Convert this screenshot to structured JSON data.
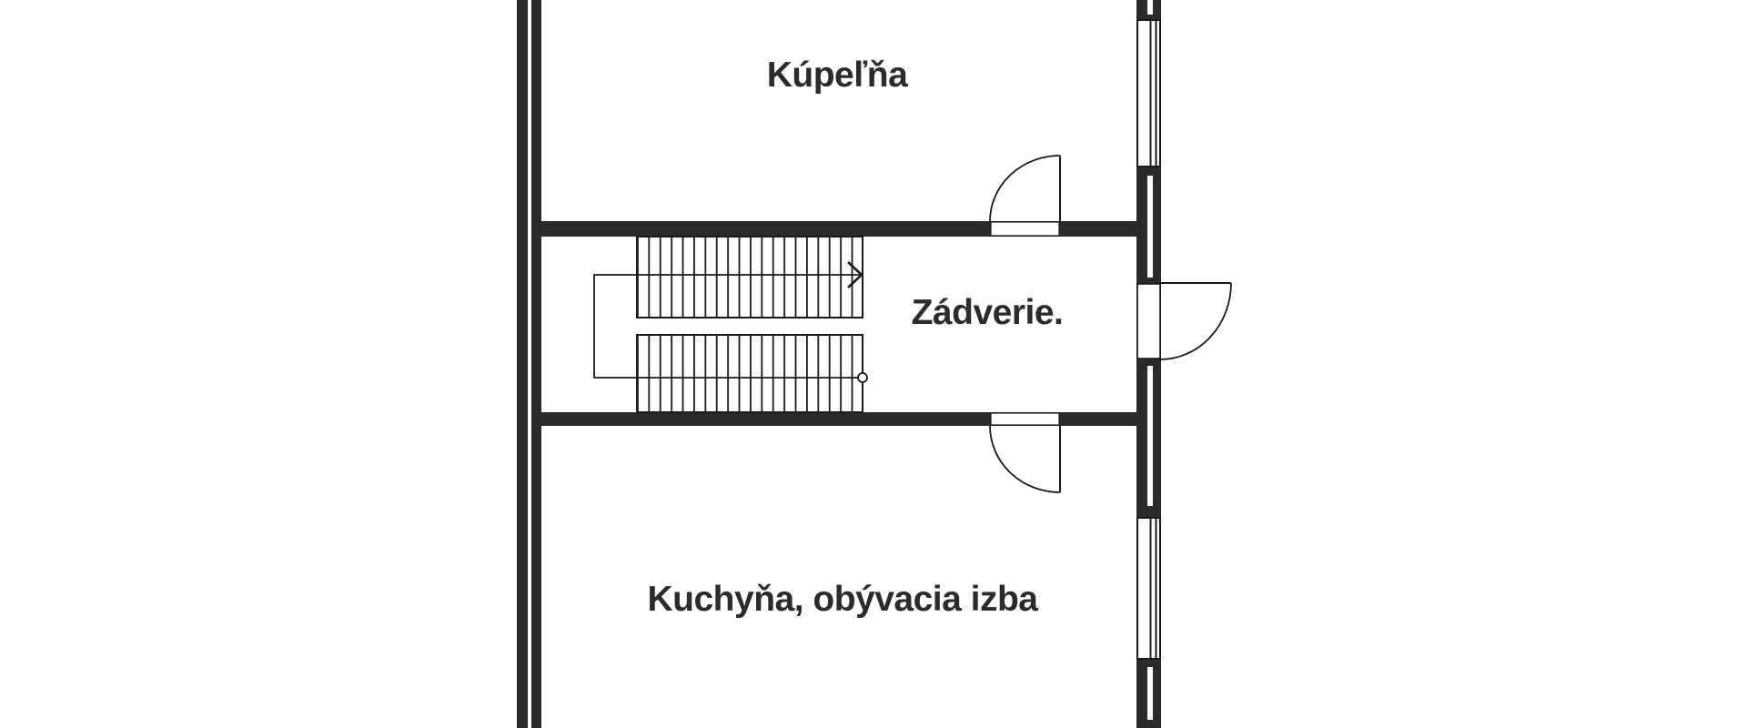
{
  "colors": {
    "background": "#ffffff",
    "wall": "#2a2a2c",
    "line": "#1a1a1a",
    "text": "#2b2b2b"
  },
  "floor_plan": {
    "rooms": [
      {
        "id": "bathroom",
        "label": "Kúpeľňa"
      },
      {
        "id": "entrance-hall",
        "label": "Zádverie."
      },
      {
        "id": "kitchen-living-room",
        "label": "Kuchyňa, obývacia izba"
      }
    ],
    "elements": [
      "staircase-two-flights-with-up-arrow",
      "door-to-bathroom",
      "door-to-kitchen-living-room",
      "entrance-door-right-wall",
      "window-upper-right-wall",
      "window-lower-right-wall"
    ]
  }
}
